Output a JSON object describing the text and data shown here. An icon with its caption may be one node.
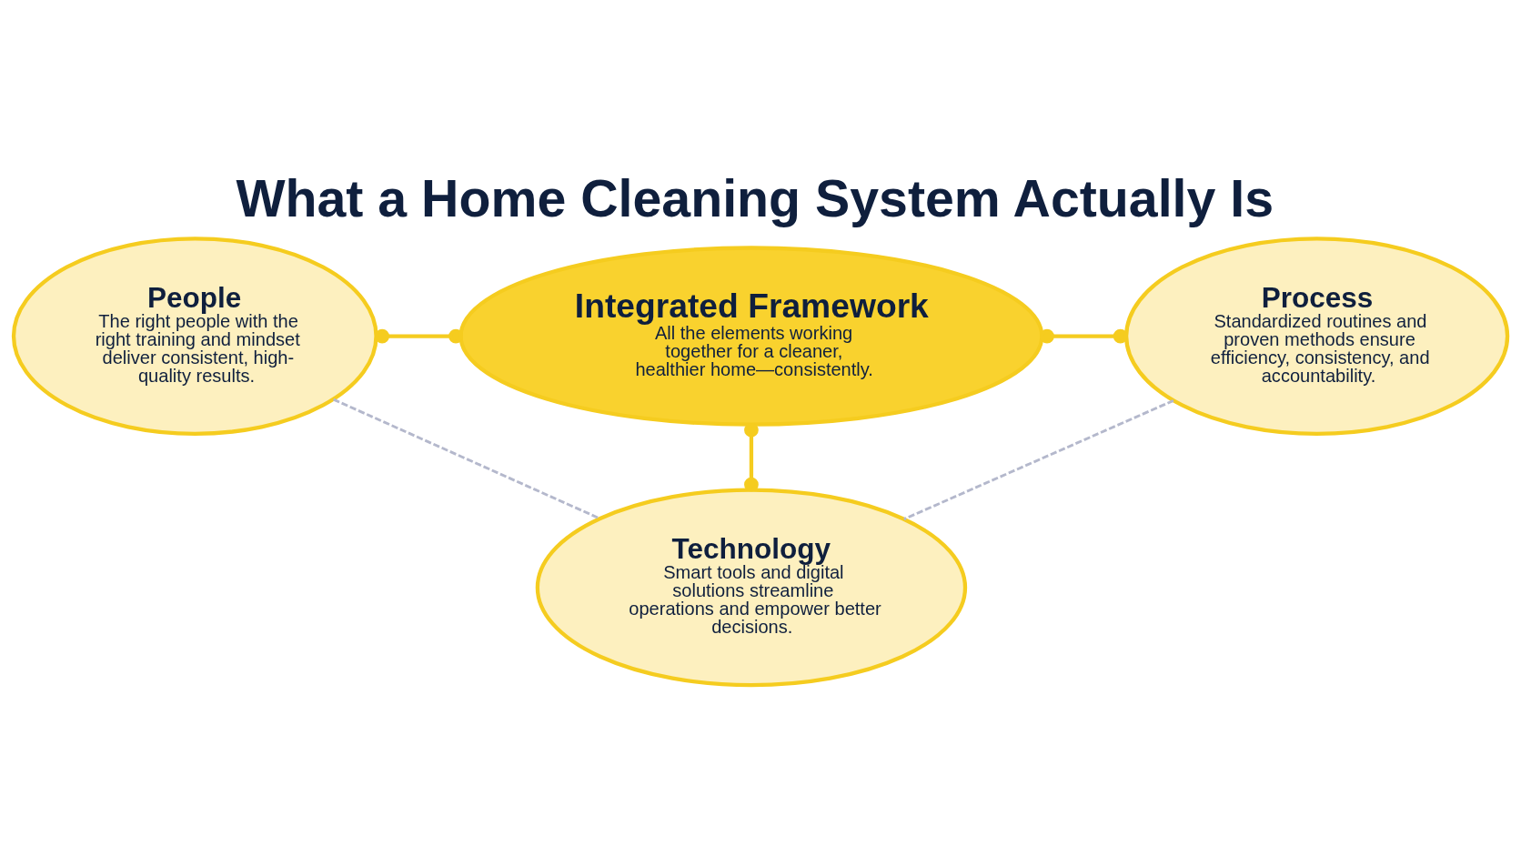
{
  "diagram": {
    "title": "What a Home Cleaning System Actually Is",
    "nodes": [
      {
        "text": [
          "People",
          "The right people with the right training and mindset deliver consistent, high-quality results."
        ]
      },
      {
        "text": [
          "Integrated Framework",
          "All the elements working together for a cleaner, healthier home—consistently."
        ]
      },
      {
        "text": [
          "Process",
          "Standardized routines and proven methods ensure efficiency, consistency, and accountability."
        ]
      },
      {
        "text": [
          "Technology",
          "Smart tools and digital solutions streamline operations and empower better decisions."
        ]
      }
    ],
    "edges": [
      {
        "from": 0,
        "to": 1,
        "arrow": "other"
      },
      {
        "from": 1,
        "to": 2,
        "arrow": "other"
      },
      {
        "from": 1,
        "to": 3,
        "arrow": "other"
      },
      {
        "from": 0,
        "to": 3,
        "arrow": "none",
        "style": "dashed",
        "color": "#b4b8cc"
      },
      {
        "from": 2,
        "to": 3,
        "arrow": "none",
        "style": "dashed",
        "color": "#b4b8cc"
      }
    ]
  }
}
